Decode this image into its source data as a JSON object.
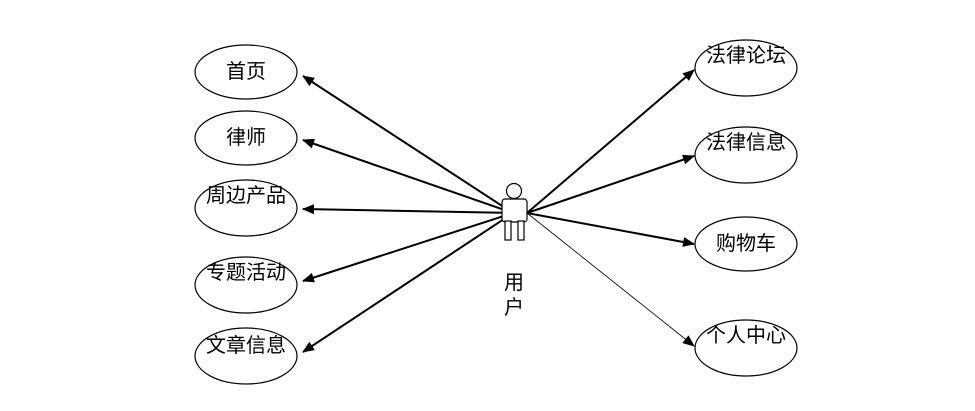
{
  "actor": {
    "label": "用户"
  },
  "left_usecases": [
    {
      "label": "首页"
    },
    {
      "label": "律师"
    },
    {
      "label": "周边产品"
    },
    {
      "label": "专题活动"
    },
    {
      "label": "文章信息"
    }
  ],
  "right_usecases": [
    {
      "label": "法律论坛"
    },
    {
      "label": "法律信息"
    },
    {
      "label": "购物车"
    },
    {
      "label": "个人中心"
    }
  ]
}
